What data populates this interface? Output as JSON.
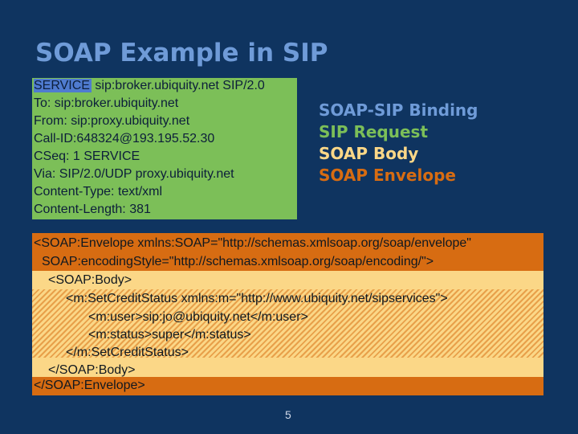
{
  "slide": {
    "title": "SOAP Example in SIP",
    "page_number": "5"
  },
  "sip_message": {
    "service_label": "SERVICE",
    "service_rest": " sip:broker.ubiquity.net SIP/2.0",
    "lines": [
      "To: sip:broker.ubiquity.net",
      "From: sip:proxy.ubiquity.net",
      "Call-ID:648324@193.195.52.30",
      "CSeq: 1 SERVICE",
      "Via: SIP/2.0/UDP proxy.ubiquity.net",
      "Content-Type: text/xml",
      "Content-Length: 381"
    ]
  },
  "legend": {
    "items": [
      {
        "label": "SOAP-SIP Binding",
        "color": "#6f9bd8"
      },
      {
        "label": "SIP Request",
        "color": "#7cbf58"
      },
      {
        "label": "SOAP Body",
        "color": "#fbd787"
      },
      {
        "label": "SOAP Envelope",
        "color": "#d76c12"
      }
    ]
  },
  "soap_xml": {
    "lines": [
      "<SOAP:Envelope xmlns:SOAP=\"http://schemas.xmlsoap.org/soap/envelope\"",
      "  SOAP:encodingStyle=\"http://schemas.xmlsoap.org/soap/encoding/\">",
      "    <SOAP:Body>",
      "      <m:SetCreditStatus xmlns:m=\"http://www.ubiquity.net/sipservices\">",
      "        <m:user>sip:jo@ubiquity.net</m:user>",
      "        <m:status>super</m:status>",
      "      </m:SetCreditStatus>",
      "    </SOAP:Body>",
      "</SOAP:Envelope>"
    ]
  }
}
